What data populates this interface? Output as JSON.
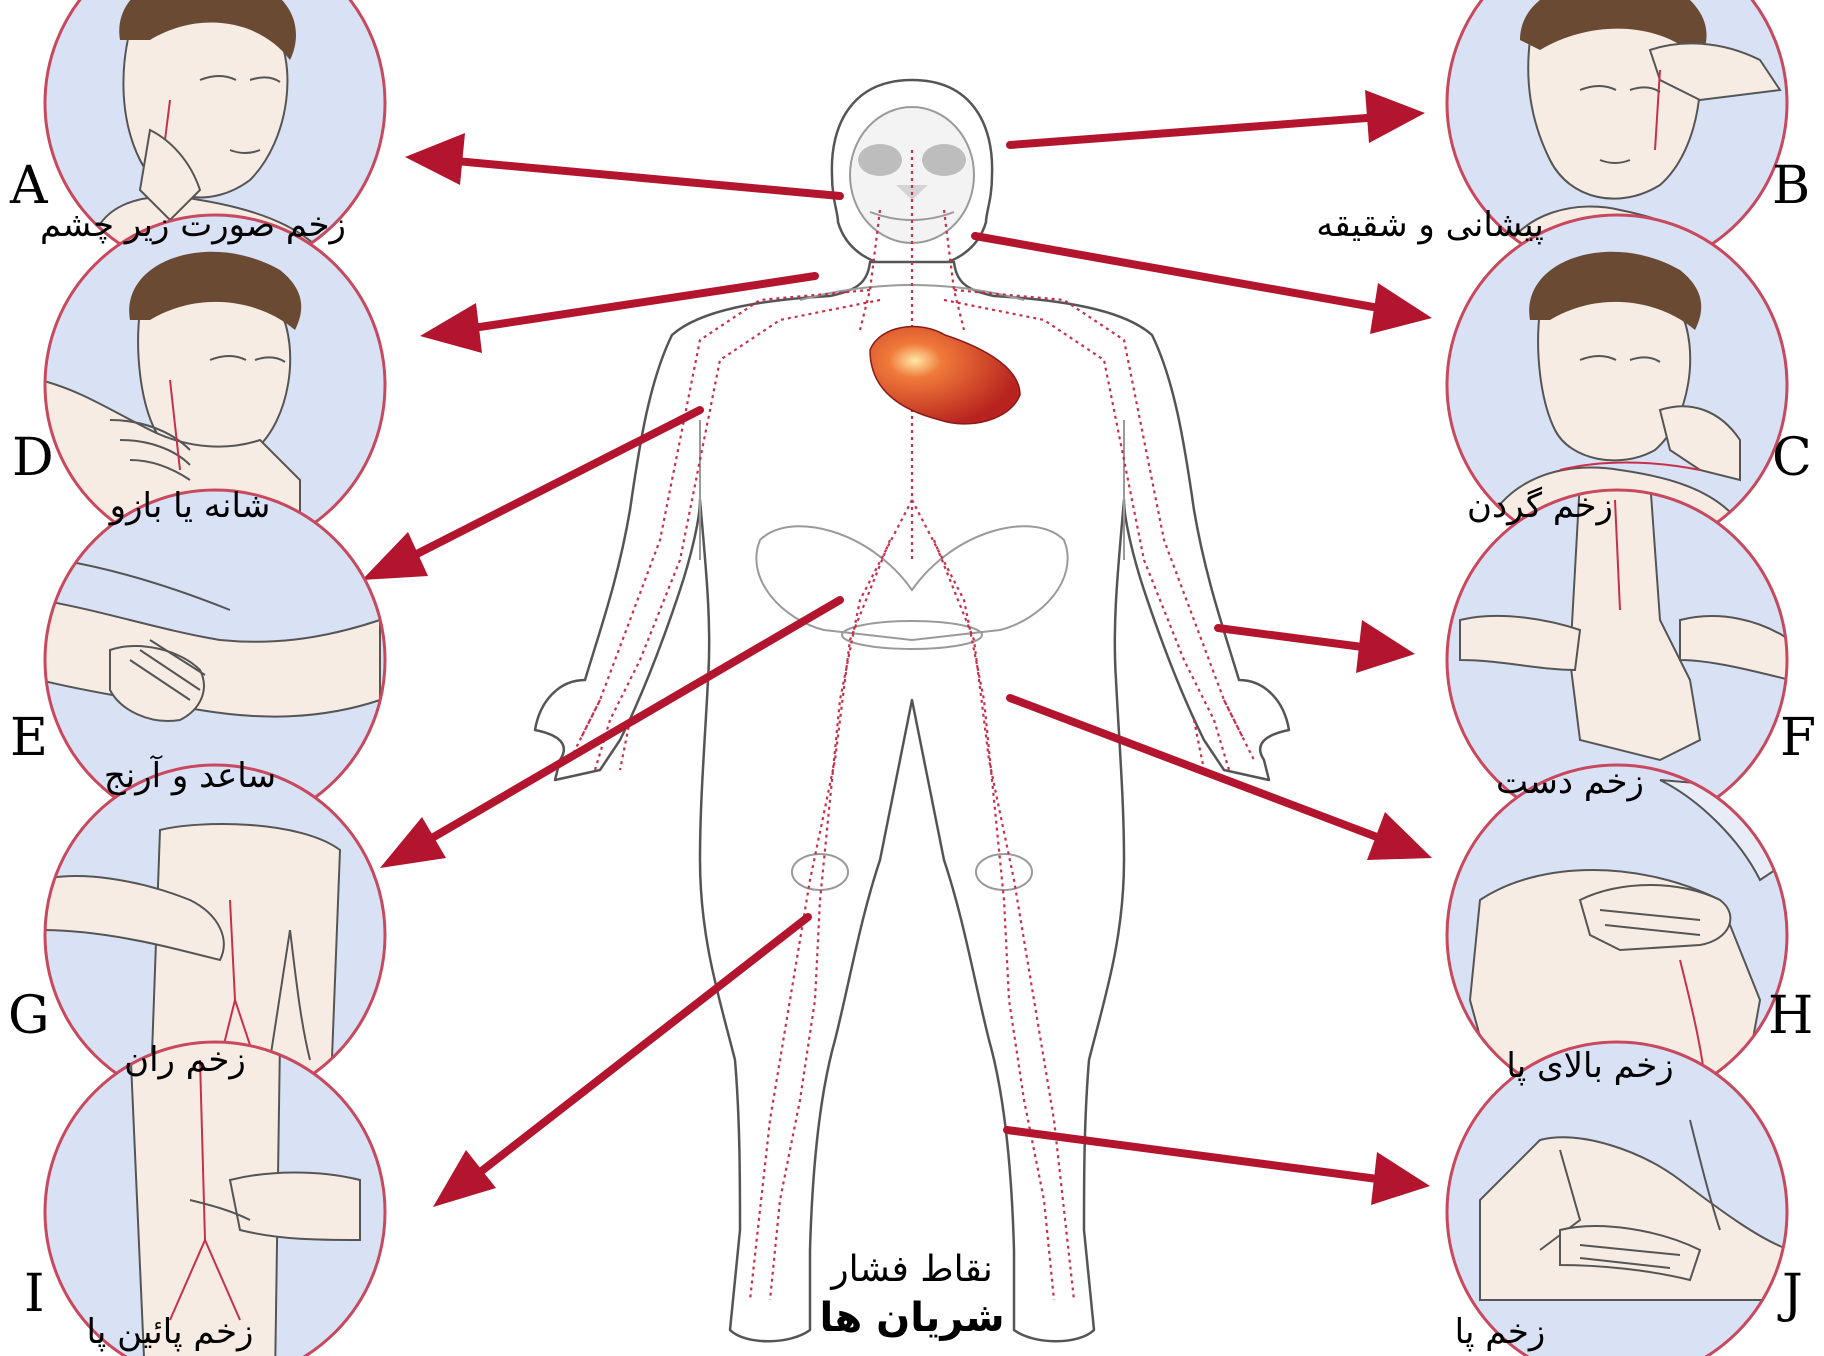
{
  "colors": {
    "arrow": "#b3152e",
    "circle_ring": "#c8485d",
    "circle_fill": "#d9e1f4",
    "skin": "#f7ece4",
    "hair": "#6b4a34",
    "artery": "#c8304a",
    "heart": "#d4332b",
    "outline": "#555555",
    "bone": "#bdbdbd"
  },
  "panels": [
    {
      "id": "A",
      "letter": "A",
      "caption": "زخم صورت زیر چشم",
      "scene": "face-cheek-pressure"
    },
    {
      "id": "B",
      "letter": "B",
      "caption": "پیشانی و شقیقه",
      "scene": "face-temple-pressure"
    },
    {
      "id": "D",
      "letter": "D",
      "caption": "شانه یا بازو",
      "scene": "shoulder-pressure"
    },
    {
      "id": "C",
      "letter": "C",
      "caption": "زخم گردن",
      "scene": "neck-pressure"
    },
    {
      "id": "E",
      "letter": "E",
      "caption": "ساعد و آرنج",
      "scene": "forearm-pressure"
    },
    {
      "id": "F",
      "letter": "F",
      "caption": "زخم دست",
      "scene": "wrist-pressure"
    },
    {
      "id": "G",
      "letter": "G",
      "caption": "زخم ران",
      "scene": "thigh-pressure"
    },
    {
      "id": "H",
      "letter": "H",
      "caption": "زخم بالای پا",
      "scene": "upper-leg-pressure"
    },
    {
      "id": "I",
      "letter": "I",
      "caption": "زخم پائین پا",
      "scene": "lower-leg-pressure"
    },
    {
      "id": "J",
      "letter": "J",
      "caption": "زخم پا",
      "scene": "foot-pressure"
    }
  ],
  "center": {
    "title_line1": "نقاط فشار",
    "title_line2": "شریان ها",
    "figure": "human-body-arterial-pressure-points"
  }
}
